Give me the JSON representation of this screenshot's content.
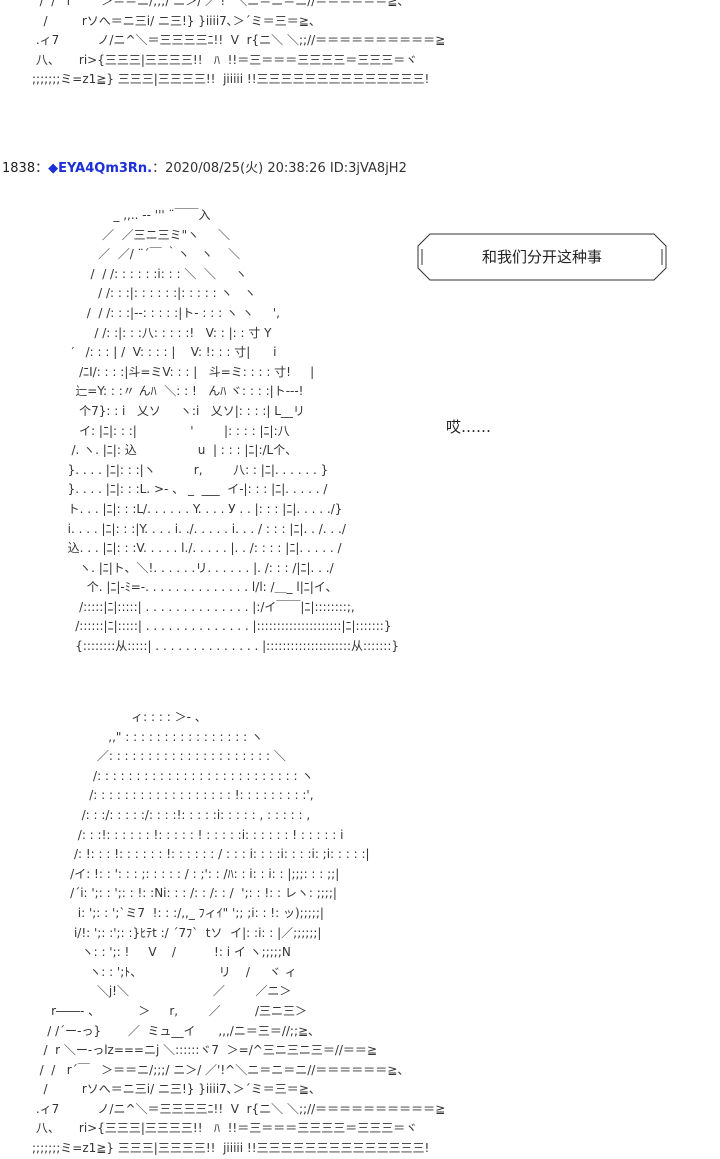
{
  "post": {
    "number": "1838",
    "separator": "：",
    "trip": "◆EYA4Qm3Rn.",
    "separator2": "：",
    "datetime": "2020/08/25(火) 20:38:26",
    "id": "ID:3jVA8jH2"
  },
  "speech_bubble": {
    "text": "和我们分开这种事"
  },
  "sigh_text": "哎……",
  "ascii_art": {
    "top": "  /  /   r´￣   ＞＝＝ニ/;;;/ ニ＞/ ／'!^＼ニ＝ニ＝ニ//＝＝＝＝＝＝≧、\n   /         rソへ＝ニ三i/ ニ三!} }iiii7､＞´ミ＝三＝≧、\n .ィ7          ノ/ニ^＼＝三三三三ﾆ!!  V  r{ニ＼ ＼;;//＝＝＝＝＝＝＝＝＝＝≧\n 八、     ri>{三三三|三三三三!!   ﾊ  !!＝三＝＝＝三三三三＝三三三＝ヾ\n;;;;;;;ミ=z1≧} 三三三|三三三三!!  jiiiii !!三三三三三三三三三三三三三三!",
    "middle": "              _ ,,.. -‐ ''' ¨￣￣入\n           ／  ／三ニ三ミ\"ヽ     ＼\n          ／  ／/ ¨´￣ ｀ヽ   ヽ    ＼\n        /  / /: : : : : :i: : : ＼  ＼     ヽ\n          / /: : :|: : : : : :|: : : : : ヽ   ヽ\n       /  / /: : :|--: : : : :|ト- : : : ヽ ヽ     ',\n         / /: :|: : :八: : : : :!   V: : |: : 寸 Y\n   ′   /: : : | /  V: : : : |    V: !: : : 寸|      i\n     /ﾆI/: : : :|斗=ミV: : : |   斗=ミ: : : : 寸!     |\n    辷=Y: : :〃 んﾊ  ＼: : !   んﾊ ヾ: : : :|ト---!\n     个7}: : i   乂ソ     ヽ:i   乂ソ|: : : :| L__リ\n     イ: |ﾆ|: : :|              '        |: : : : |ﾆ|:八\n   /. ヽ. |ﾆ|: 込                u  | : : : |ﾆ|:/L个、\n  }. . . . |ﾆ|: : :|ヽ          r,        八: : |ﾆ|. . . . . . }\n  }. . . . |ﾆ|: : :L. >- 、 _  ___  イ-|: : : |ﾆ|. . . . . /\n  ト. . . |ﾆ|: : :L/. . . . . . Y. . . . У . . |: : : |ﾆ|. . . . ./}\n  i. . . . |ﾆ|: : :|Y. . . . i. ./. . . . . i. . . / : : : |ﾆ|. . /. . ./\n  込. . . |ﾆ|: : :V. . . . . l./. . . . . |. . /: : : : |ﾆ|. . . . . /\n     ヽ. |ﾆ|ト、＼!. . . . . .リ. . . . . . |. /: : : /|ﾆ|. . ./\n       个. |ﾆ|-ﾐ=-. . . . . . . . . . . . . . l/l: /＿_ l|ﾆ|イ、\n     /:::::|ﾆ|:::::| . . . . . . . . . . . . . . |:/イ￣￣|ﾆ|::::::::;,\n    /::::::|ﾆ|:::::| . . . . . . . . . . . . . . |:::::::::::::::::::::|ﾆ|:::::::}\n    {::::::::从:::::| . . . . . . . . . . . . . . |:::::::::::::::::::::从:::::::}",
    "bottom": "                          ィ: : : : ＞- 、\n                    ,,\" : : : : : : : : : : : : : : : : ヽ\n                 ／: : : : : : : : : : : : : : : : : : : : : ＼\n                /: : : : : : : : : : : : : : : : : : : : : : : : : : ヽ\n               /: : : : : : : : : : : : : : : : : : !: : : : : : : : :',\n             /: : :/: : : : :/: : : :!: : : : :i: : : : : , : : : : : ,\n            /: : :!: : : : : : !: : : : : ! : : : : :i: : : : : : ! : : : : : i\n           /: !: : : !: : : : : : !: : : : : : / : : : i: : : :i: : : :i: ;i: : : : :|\n          /イ: !: : ': : : ;: : : : : / : ;': : /ﾊ: : i: : i: : |;;;: : : ;;|\n          /´i: ';: : ';: : !: :Ni: : : /: : /: : /  ';: : !: : レヽ: ;;;;|\n            i: ';: : ';`ミ7  !: : :/,,_ ﾌィｲ\" ';; ;i: : !: ッ);;;;;|\n           i/!: ';: :';: :}ﾋﾃt :/ ´7ﾌ`  tソ  イ|: :i: : |／;;;;;;|\n             ヽ: : ';: !     V    /          !: i イ ヽ;;;;;N\n               ヽ: : ';ﾄ、                    リ    /     ヾ ィ\n                 ＼j!＼                      ／        ／ニ＞\n     r――- 、          ＞     r,        ／         /三ニ三＞\n    / /´ー‐っ}       ／  ミュ__イ      ,,,/ニ＝三＝//;;≧、\n   /  r ＼ー‐っlz===ニj ＼::::::ヾ7  ＞=/^三ニ三ニ三＝//＝＝≧\n  /  /   r´￣   ＞＝＝ニ/;;;/ ニ＞/ ／'!^＼ニ＝ニ＝ニ//＝＝＝＝＝＝≧、\n   /         rソへ＝ニ三i/ ニ三!} }iiii7､＞´ミ＝三＝≧、\n .ィ7          ノ/ニ^＼＝三三三三ﾆ!!  V  r{ニ＼ ＼;;//＝＝＝＝＝＝＝＝＝＝≧\n 八、     ri>{三三三|三三三三!!   ﾊ  !!＝三＝＝＝三三三三＝三三三＝ヾ\n;;;;;;;ミ=z1≧} 三三三|三三三三!!  jiiiii !!三三三三三三三三三三三三三三!"
  }
}
